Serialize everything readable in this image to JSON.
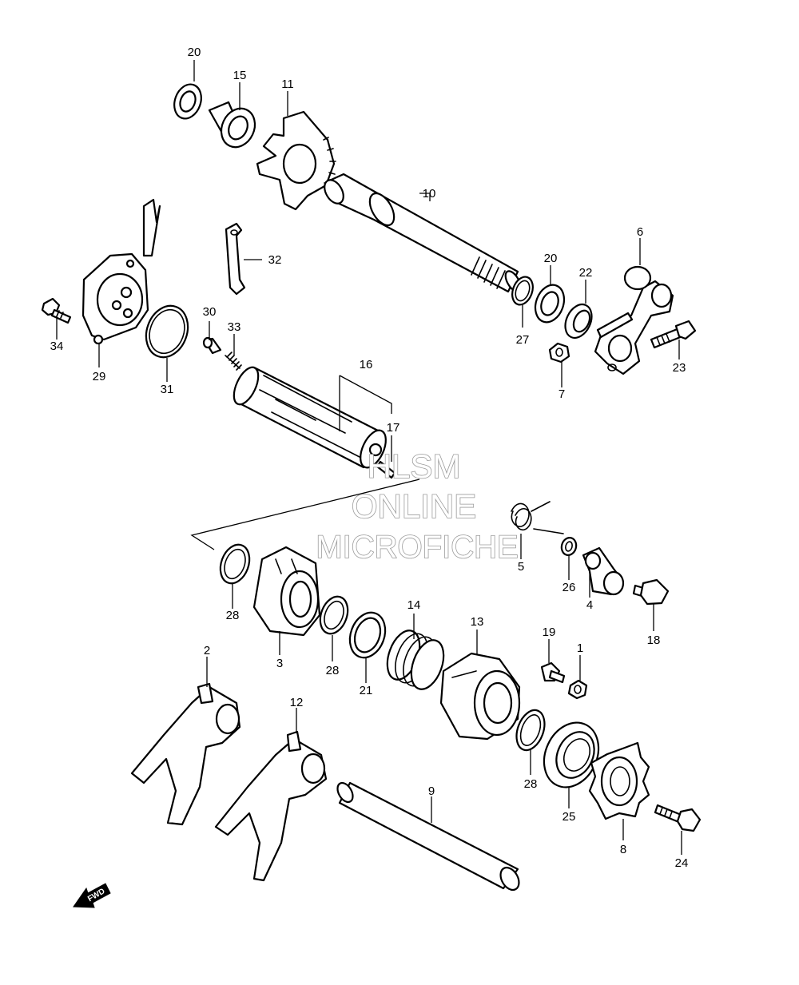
{
  "parts": [
    {
      "id": "p1",
      "label": "1"
    },
    {
      "id": "p2",
      "label": "2"
    },
    {
      "id": "p3",
      "label": "3"
    },
    {
      "id": "p4",
      "label": "4"
    },
    {
      "id": "p5",
      "label": "5"
    },
    {
      "id": "p6",
      "label": "6"
    },
    {
      "id": "p7",
      "label": "7"
    },
    {
      "id": "p8",
      "label": "8"
    },
    {
      "id": "p9",
      "label": "9"
    },
    {
      "id": "p10",
      "label": "10"
    },
    {
      "id": "p11",
      "label": "11"
    },
    {
      "id": "p12",
      "label": "12"
    },
    {
      "id": "p13",
      "label": "13"
    },
    {
      "id": "p14",
      "label": "14"
    },
    {
      "id": "p15",
      "label": "15"
    },
    {
      "id": "p16",
      "label": "16"
    },
    {
      "id": "p17",
      "label": "17"
    },
    {
      "id": "p18",
      "label": "18"
    },
    {
      "id": "p19",
      "label": "19"
    },
    {
      "id": "p20a",
      "label": "20"
    },
    {
      "id": "p20b",
      "label": "20"
    },
    {
      "id": "p21",
      "label": "21"
    },
    {
      "id": "p22",
      "label": "22"
    },
    {
      "id": "p23",
      "label": "23"
    },
    {
      "id": "p24",
      "label": "24"
    },
    {
      "id": "p25",
      "label": "25"
    },
    {
      "id": "p26",
      "label": "26"
    },
    {
      "id": "p27",
      "label": "27"
    },
    {
      "id": "p28a",
      "label": "28"
    },
    {
      "id": "p28b",
      "label": "28"
    },
    {
      "id": "p28c",
      "label": "28"
    },
    {
      "id": "p29",
      "label": "29"
    },
    {
      "id": "p30",
      "label": "30"
    },
    {
      "id": "p31",
      "label": "31"
    },
    {
      "id": "p32",
      "label": "32"
    },
    {
      "id": "p33",
      "label": "33"
    },
    {
      "id": "p34",
      "label": "34"
    }
  ],
  "watermark": {
    "line1": "HLSM",
    "line2": "ONLINE",
    "line3": "MICROFICHE"
  },
  "fwd_arrow": {
    "text": "FWD",
    "icon": "forward-arrow-icon"
  }
}
